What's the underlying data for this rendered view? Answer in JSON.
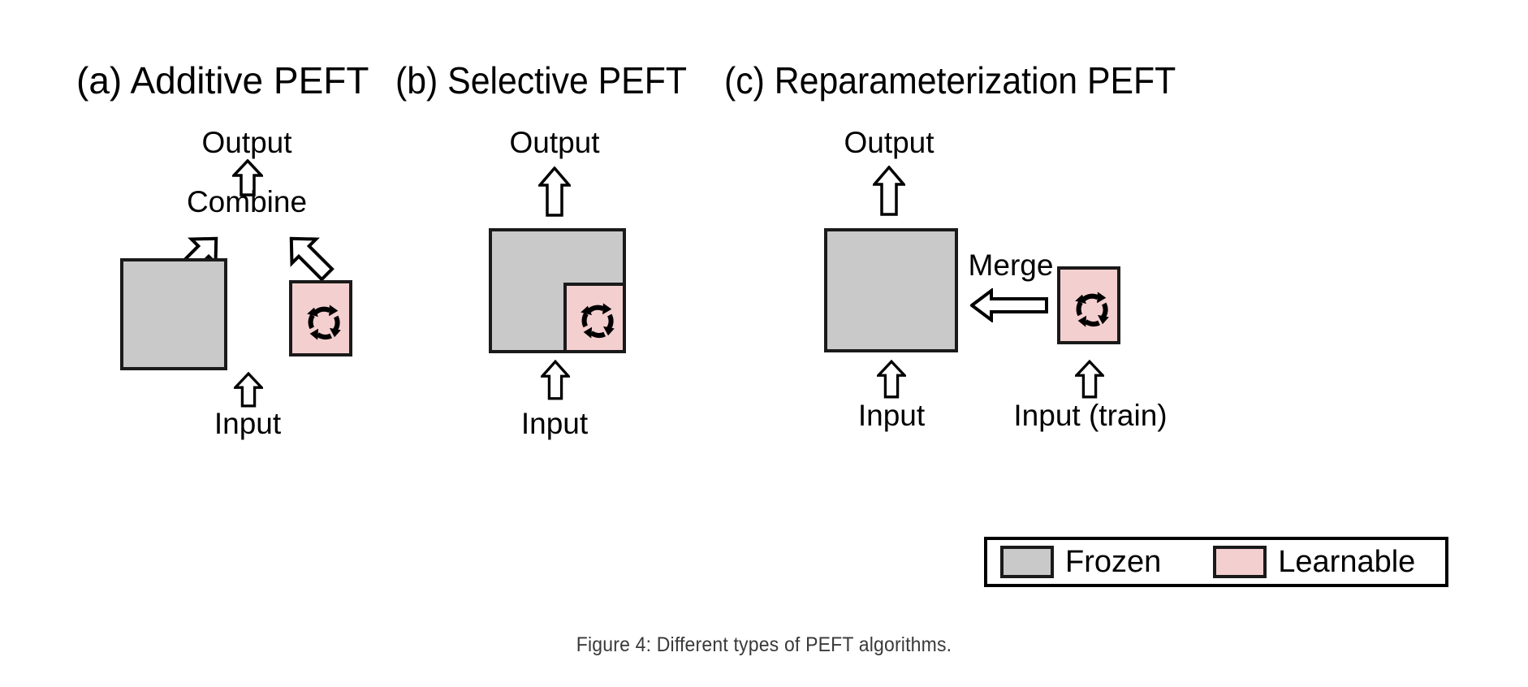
{
  "figure": {
    "caption": "Figure 4: Different types of PEFT algorithms.",
    "colors": {
      "frozen": "#c9c9c9",
      "learnable": "#f4cfcf",
      "outline": "#1a1a1a",
      "background": "#ffffff",
      "caption_text": "#3a3a3a"
    }
  },
  "panels": [
    {
      "id": "a",
      "title": "(a) Additive PEFT",
      "labels": {
        "output": "Output",
        "combine": "Combine",
        "input": "Input"
      },
      "blocks": [
        {
          "kind": "frozen",
          "icon": null
        },
        {
          "kind": "learnable",
          "icon": "refresh-icon"
        }
      ],
      "arrows": [
        {
          "name": "output-arrow",
          "direction": "up"
        },
        {
          "name": "combine-left-arrow",
          "direction": "up-right"
        },
        {
          "name": "combine-right-arrow",
          "direction": "up-left"
        },
        {
          "name": "input-arrow",
          "direction": "up"
        }
      ]
    },
    {
      "id": "b",
      "title": "(b) Selective PEFT",
      "labels": {
        "output": "Output",
        "input": "Input"
      },
      "blocks": [
        {
          "kind": "frozen",
          "icon": null
        },
        {
          "kind": "learnable",
          "icon": "refresh-icon",
          "nested": "bottom-right"
        }
      ],
      "arrows": [
        {
          "name": "output-arrow",
          "direction": "up"
        },
        {
          "name": "input-arrow",
          "direction": "up"
        }
      ]
    },
    {
      "id": "c",
      "title": "(c) Reparameterization PEFT",
      "labels": {
        "output": "Output",
        "merge": "Merge",
        "input": "Input",
        "input_train": "Input (train)"
      },
      "blocks": [
        {
          "kind": "frozen",
          "icon": null
        },
        {
          "kind": "learnable",
          "icon": "refresh-icon"
        }
      ],
      "arrows": [
        {
          "name": "output-arrow",
          "direction": "up"
        },
        {
          "name": "merge-arrow",
          "direction": "left"
        },
        {
          "name": "input-arrow",
          "direction": "up"
        },
        {
          "name": "input-train-arrow",
          "direction": "up"
        }
      ]
    }
  ],
  "legend": {
    "items": [
      {
        "label": "Frozen",
        "swatch": "frozen"
      },
      {
        "label": "Learnable",
        "swatch": "learnable"
      }
    ]
  }
}
